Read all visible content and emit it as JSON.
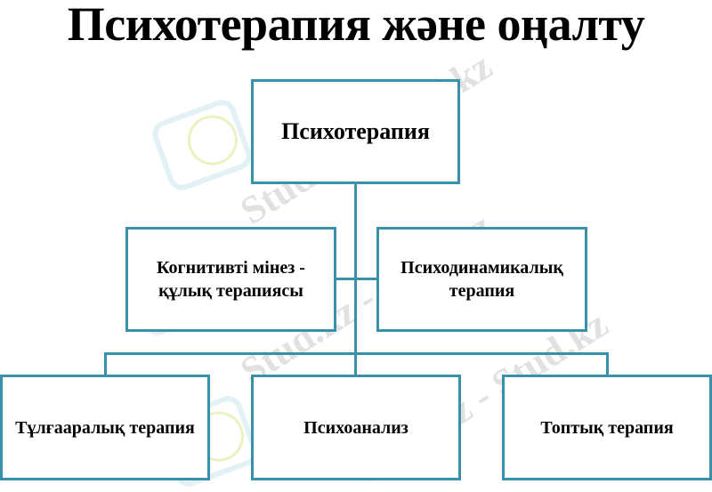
{
  "title": "Психотерапия және оңалту",
  "diagram": {
    "root": {
      "label": "Психотерапия"
    },
    "level2": [
      {
        "label": "Когнитивті мінез - құлық терапиясы"
      },
      {
        "label": "Психодинамикалық терапия"
      }
    ],
    "level3": [
      {
        "label": "Тұлғааралық терапия"
      },
      {
        "label": "Психоанализ"
      },
      {
        "label": "Топтық терапия"
      }
    ],
    "line_color": "#3a8fa9"
  },
  "watermark": {
    "text": "Stud.kz - Stud.kz"
  }
}
